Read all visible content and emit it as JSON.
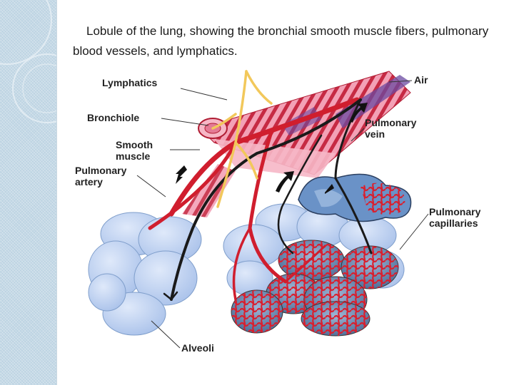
{
  "slide": {
    "caption": "Lobule of the lung, showing the bronchial smooth muscle fibers, pulmonary blood vessels, and lymphatics."
  },
  "diagram": {
    "labels": {
      "lymphatics": "Lymphatics",
      "bronchiole": "Bronchiole",
      "smooth_muscle_line1": "Smooth",
      "smooth_muscle_line2": "muscle",
      "pulmonary_artery_line1": "Pulmonary",
      "pulmonary_artery_line2": "artery",
      "air": "Air",
      "pulmonary_vein_line1": "Pulmonary",
      "pulmonary_vein_line2": "vein",
      "pulmonary_capillaries_line1": "Pulmonary",
      "pulmonary_capillaries_line2": "capillaries",
      "alveoli": "Alveoli"
    },
    "colors": {
      "alveolus_fill": "#b9cff0",
      "alveolus_stroke": "#7f9ecb",
      "artery": "#d01e2e",
      "vein": "#1a1a1a",
      "lymphatic": "#f2c85b",
      "bronchiole": "#f08ca8",
      "muscle": "#c41e3a",
      "capillary_bg": "#3e5f86"
    }
  }
}
